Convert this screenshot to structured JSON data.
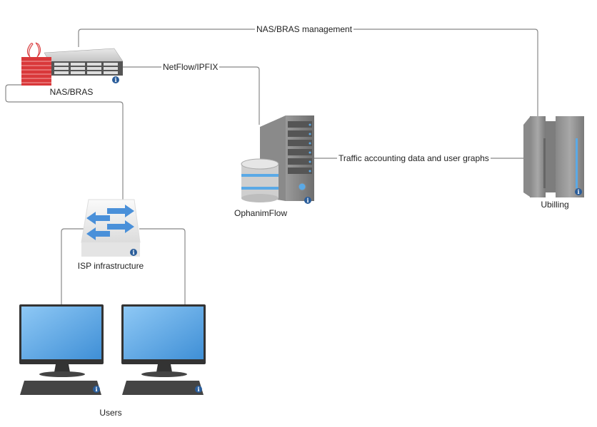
{
  "nodes": {
    "nas_bras": {
      "label": "NAS/BRAS",
      "icon": "firewall-server-icon"
    },
    "ophanimflow": {
      "label": "OphanimFlow",
      "icon": "database-server-icon"
    },
    "ubilling": {
      "label": "Ubilling",
      "icon": "mainframe-icon"
    },
    "isp_infra": {
      "label": "ISP infrastructure",
      "icon": "switch-icon"
    },
    "users": {
      "label": "Users",
      "icon": "workstation-icon",
      "count": 2
    }
  },
  "edges": {
    "management": {
      "label": "NAS/BRAS management",
      "from": "NAS/BRAS",
      "to": "Ubilling"
    },
    "netflow": {
      "label": "NetFlow/IPFIX",
      "from": "NAS/BRAS",
      "to": "OphanimFlow"
    },
    "traffic": {
      "label": "Traffic accounting data and user graphs",
      "from": "OphanimFlow",
      "to": "Ubilling"
    },
    "uplink": {
      "label": "",
      "from": "NAS/BRAS",
      "to": "ISP infrastructure"
    },
    "user1": {
      "label": "",
      "from": "ISP infrastructure",
      "to": "Users"
    },
    "user2": {
      "label": "",
      "from": "ISP infrastructure",
      "to": "Users"
    }
  },
  "info_glyph": "i",
  "colors": {
    "line": "#888888",
    "info": "#2a5d9a",
    "screen": "#5aa9e6",
    "accent_blue": "#4a90d9",
    "firewall_red": "#d9383a"
  }
}
